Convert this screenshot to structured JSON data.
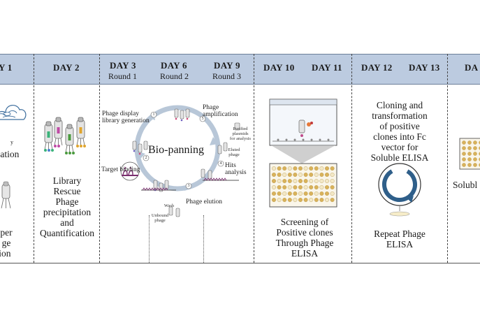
{
  "header": {
    "days": [
      {
        "label": "Y 1"
      },
      {
        "label": "DAY 2"
      },
      {
        "label": "DAY 3",
        "round": "Round 1"
      },
      {
        "label": "DAY 6",
        "round": "Round 2"
      },
      {
        "label": "DAY 9",
        "round": "Round 3"
      },
      {
        "label": "DAY 10"
      },
      {
        "label": "DAY 11"
      },
      {
        "label": "DAY 12"
      },
      {
        "label": "DAY 13"
      },
      {
        "label": "DA"
      }
    ]
  },
  "col1": {
    "lines": [
      "y",
      "ication",
      "per",
      "ge",
      "tion"
    ]
  },
  "col2": {
    "lines": [
      "Library",
      "Rescue",
      "Phage",
      "precipitation",
      "and",
      "Quantification"
    ]
  },
  "biopanning": {
    "center": "Bio-panning",
    "phage_display": "Phage display library generation",
    "phage_amp": "Phage amplification",
    "purified": "Purified plasmids for analysis",
    "eluted": "Eluted phage",
    "hits": "Hits analysis",
    "target": "Target binding",
    "wash": "Wash",
    "unbound": "Unbound phage",
    "elution": "Phage elution",
    "steps": [
      "1",
      "2",
      "3",
      "4",
      "5"
    ]
  },
  "col4": {
    "lines": [
      "Screening of",
      "Positive clones",
      "Through Phage",
      "ELISA"
    ]
  },
  "col5": {
    "top": [
      "Cloning and",
      "transformation",
      "of positive",
      "clones into Fc",
      "vector for",
      "Soluble ELISA"
    ],
    "bottom": [
      "Repeat Phage",
      "ELISA"
    ]
  },
  "col6": {
    "lines": [
      "Solubl"
    ]
  },
  "colors": {
    "header_band": "#bccbe0",
    "accent_blue": "#2f5f8a",
    "plate_well": "#d9b25a"
  }
}
